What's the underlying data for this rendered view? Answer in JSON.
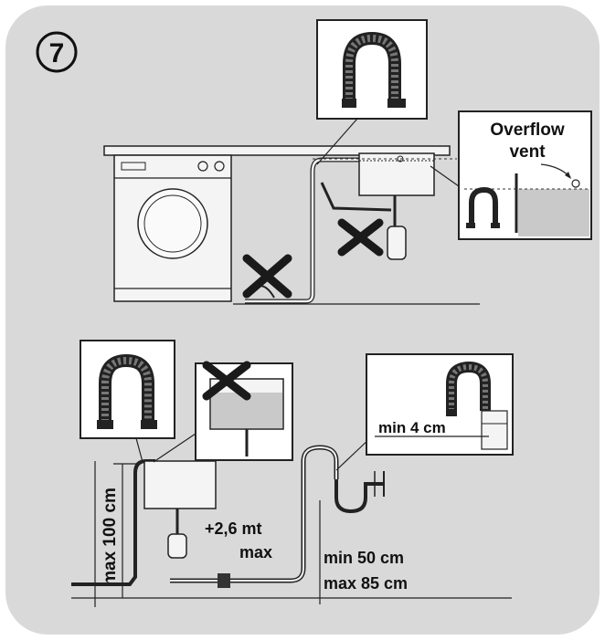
{
  "step_number": "7",
  "labels": {
    "overflow_line1": "Overflow",
    "overflow_line2": "vent",
    "min_4cm": "min 4 cm",
    "max_100cm": "max 100 cm",
    "extension_line1": "+2,6 mt",
    "extension_line2": "max",
    "min_50cm": "min 50 cm",
    "max_85cm": "max 85 cm"
  },
  "colors": {
    "panel": "#d9d9d9",
    "line": "#222222",
    "box_fill": "#ffffff",
    "water": "#c9c9c9",
    "cross": "#1a1a1a"
  }
}
